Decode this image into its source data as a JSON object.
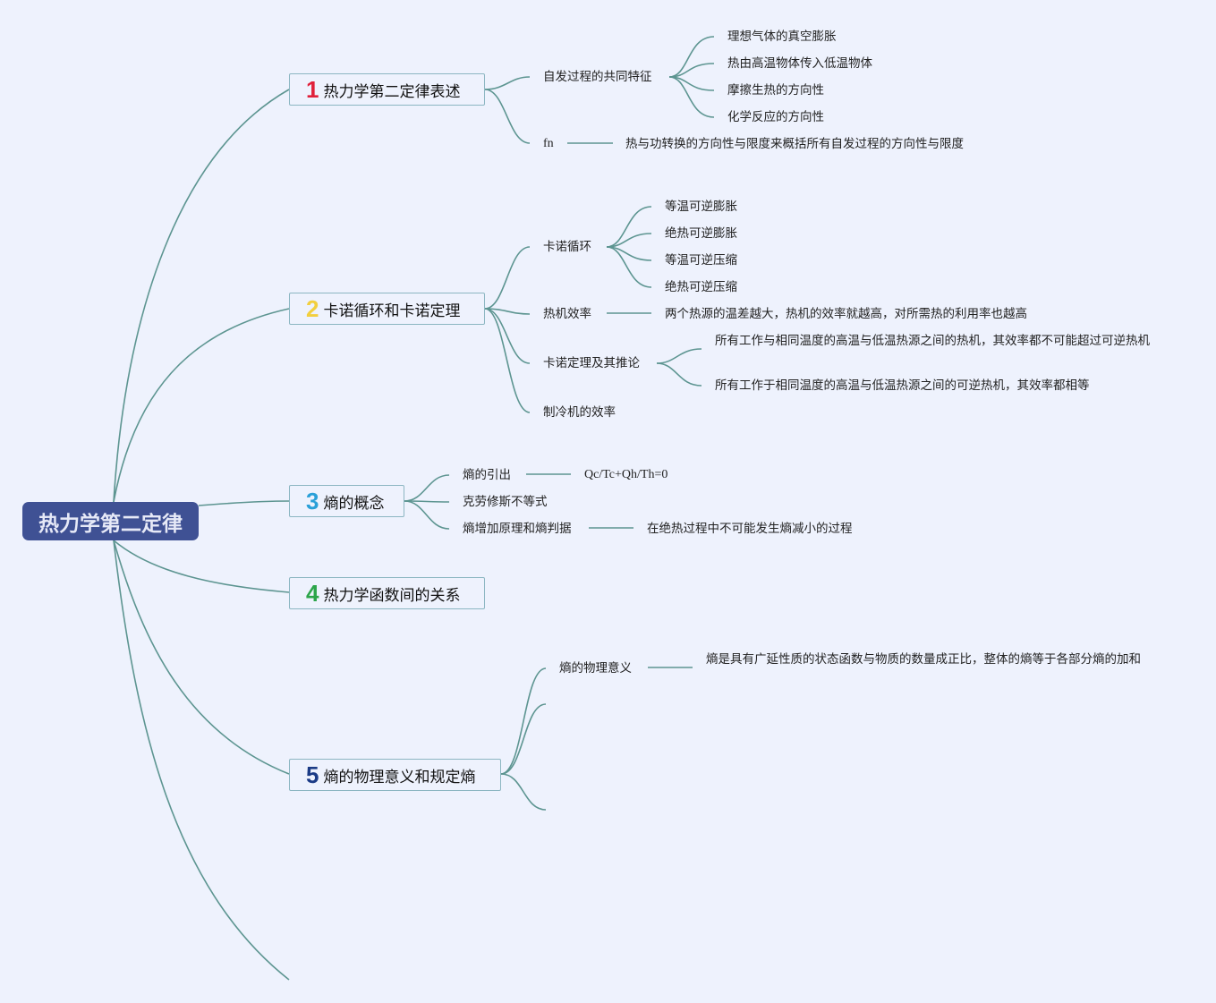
{
  "colors": {
    "background": "#eef2fd",
    "root_fill": "#3f5194",
    "connector": "#5d9591",
    "topic_border": "#8cb6c2",
    "num1": "#e0203a",
    "num2": "#f2cf3e",
    "num3": "#2aa0d8",
    "num4": "#2ca54a",
    "num5": "#1b3b86"
  },
  "root": {
    "title": "热力学第二定律"
  },
  "topics": [
    {
      "num": "1",
      "label": "热力学第二定律表述"
    },
    {
      "num": "2",
      "label": "卡诺循环和卡诺定理"
    },
    {
      "num": "3",
      "label": "熵的概念"
    },
    {
      "num": "4",
      "label": "热力学函数间的关系"
    },
    {
      "num": "5",
      "label": "熵的物理意义和规定熵"
    }
  ],
  "t1": {
    "sub1": "自发过程的共同特征",
    "sub1_items": [
      "理想气体的真空膨胀",
      "热由高温物体传入低温物体",
      "摩擦生热的方向性",
      "化学反应的方向性"
    ],
    "sub2": "fn",
    "sub2_detail": "热与功转换的方向性与限度来概括所有自发过程的方向性与限度"
  },
  "t2": {
    "sub1": "卡诺循环",
    "sub1_items": [
      "等温可逆膨胀",
      "绝热可逆膨胀",
      "等温可逆压缩",
      "绝热可逆压缩"
    ],
    "sub2": "热机效率",
    "sub2_detail": "两个热源的温差越大，热机的效率就越高，对所需热的利用率也越高",
    "sub3": "卡诺定理及其推论",
    "sub3_items": [
      "所有工作与相同温度的高温与低温热源之间的热机，其效率都不可能超过可逆热机",
      "所有工作于相同温度的高温与低温热源之间的可逆热机，其效率都相等"
    ],
    "sub4": "制冷机的效率"
  },
  "t3": {
    "sub1": "熵的引出",
    "sub1_detail": "Qc/Tc+Qh/Th=0",
    "sub2": "克劳修斯不等式",
    "sub3": "熵增加原理和熵判据",
    "sub3_detail": "在绝热过程中不可能发生熵减小的过程"
  },
  "t5": {
    "sub1": "熵的物理意义",
    "sub1_detail": "熵是具有广延性质的状态函数与物质的数量成正比，整体的熵等于各部分熵的加和"
  }
}
